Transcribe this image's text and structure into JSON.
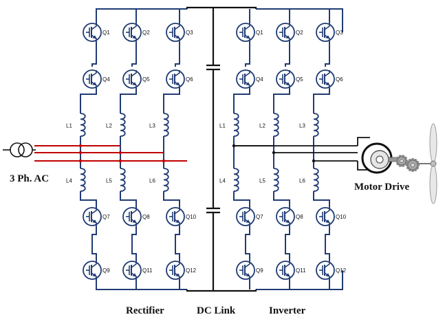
{
  "labels": {
    "source": "3 Ph. AC",
    "motor": "Motor Drive",
    "rectifier": "Rectifier",
    "dclink": "DC Link",
    "inverter": "Inverter"
  },
  "rectifier": {
    "columns": [
      {
        "top1": "Q1",
        "top2": "Q4",
        "inductor_top": "L1",
        "inductor_bottom": "L4",
        "bot1": "Q7",
        "bot2": "Q9"
      },
      {
        "top1": "Q2",
        "top2": "Q5",
        "inductor_top": "L2",
        "inductor_bottom": "L5",
        "bot1": "Q8",
        "bot2": "Q11"
      },
      {
        "top1": "Q3",
        "top2": "Q6",
        "inductor_top": "L3",
        "inductor_bottom": "L6",
        "bot1": "Q10",
        "bot2": "Q12"
      }
    ]
  },
  "inverter": {
    "columns": [
      {
        "top1": "Q1",
        "top2": "Q4",
        "inductor_top": "L1",
        "inductor_bottom": "L4",
        "bot1": "Q7",
        "bot2": "Q9"
      },
      {
        "top1": "Q2",
        "top2": "Q5",
        "inductor_top": "L2",
        "inductor_bottom": "L5",
        "bot1": "Q8",
        "bot2": "Q11"
      },
      {
        "top1": "Q3",
        "top2": "Q6",
        "inductor_top": "L3",
        "inductor_bottom": "L6",
        "bot1": "Q10",
        "bot2": "Q12"
      }
    ]
  },
  "colors": {
    "circuit": "#1f3b73",
    "dc_bus": "#111111",
    "ac_lines": "#c00000"
  },
  "icons": [
    "transformer-icon",
    "capacitor-icon",
    "igbt-icon",
    "inductor-icon",
    "motor-icon",
    "gear-icon",
    "propeller-icon"
  ]
}
